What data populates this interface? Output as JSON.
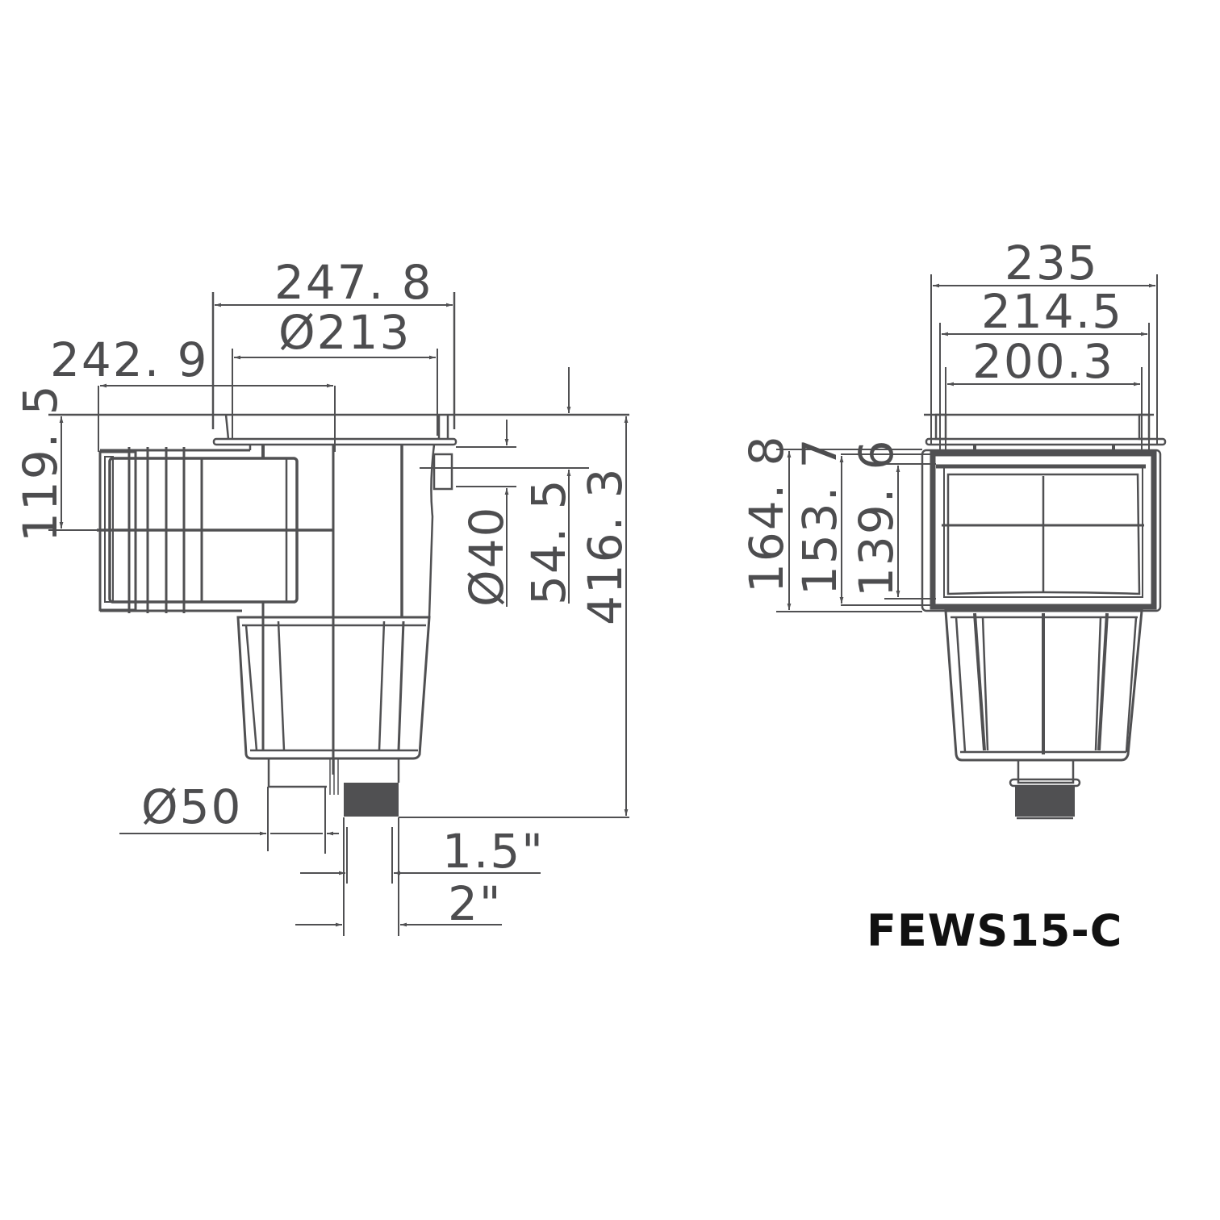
{
  "title": "FEWS15-C",
  "colors": {
    "line": "#505052",
    "text": "#4d4d4f",
    "title": "#111111",
    "background": "#ffffff"
  },
  "side_view": {
    "dimensions": {
      "overall_width": "247. 8",
      "flange_diameter": "Ø213",
      "mouth_depth": "242. 9",
      "mouth_height": "119. 5",
      "inlet_diameter": "Ø40",
      "inlet_offset": "54. 5",
      "overall_height": "416. 3",
      "outlet_diameter": "Ø50",
      "thread_small": "1.5\"",
      "thread_large": "2\""
    }
  },
  "front_view": {
    "dimensions": {
      "flange_width": "235",
      "body_width": "214.5",
      "mouth_width": "200.3",
      "frame_height": "164. 8",
      "body_height": "153. 7",
      "mouth_height": "139. 6"
    }
  }
}
